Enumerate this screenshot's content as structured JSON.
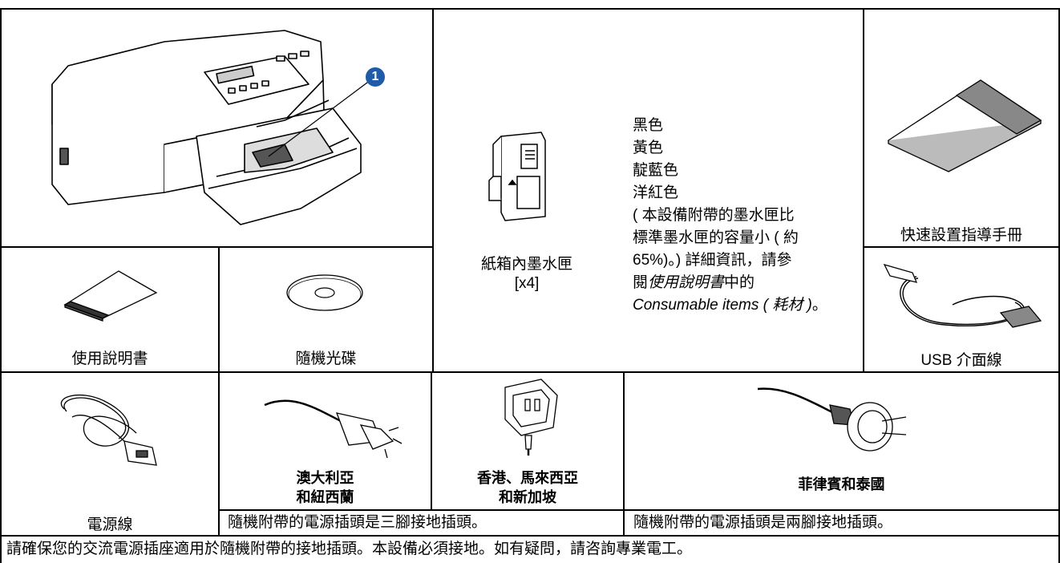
{
  "callout_number": "1",
  "items": {
    "ink": {
      "label_line1": "紙箱內墨水匣",
      "label_line2": "[x4]",
      "colors": [
        "黑色",
        "黃色",
        "靛藍色",
        "洋紅色"
      ],
      "note_line1": "( 本設備附帶的墨水匣比",
      "note_line2": "標準墨水匣的容量小 ( 約",
      "note_line3": "65%)。) 詳細資訊，請參",
      "note_line4_pre": "閱",
      "note_line4_italic": "使用說明書",
      "note_line4_post": "中的",
      "note_line5_italic": "Consumable items ( 耗材 )",
      "note_line5_post": "。"
    },
    "quick_guide": "快速設置指導手冊",
    "user_guide": "使用說明書",
    "cdrom": "隨機光碟",
    "usb": "USB 介面線",
    "power_cord": "電源線",
    "plug_au_line1": "澳大利亞",
    "plug_au_line2": "和紐西蘭",
    "plug_hk_line1": "香港、馬來西亞",
    "plug_hk_line2": "和新加坡",
    "plug_ph": "菲律賓和泰國",
    "three_pin_note": "隨機附帶的電源插頭是三腳接地插頭。",
    "two_pin_note": "隨機附帶的電源插頭是兩腳接地插頭。"
  },
  "footer_note": "請確保您的交流電源插座適用於隨機附帶的接地插頭。本設備必須接地。如有疑問，請咨詢專業電工。",
  "colors": {
    "callout": "#1f5ba8",
    "line": "#000000"
  }
}
